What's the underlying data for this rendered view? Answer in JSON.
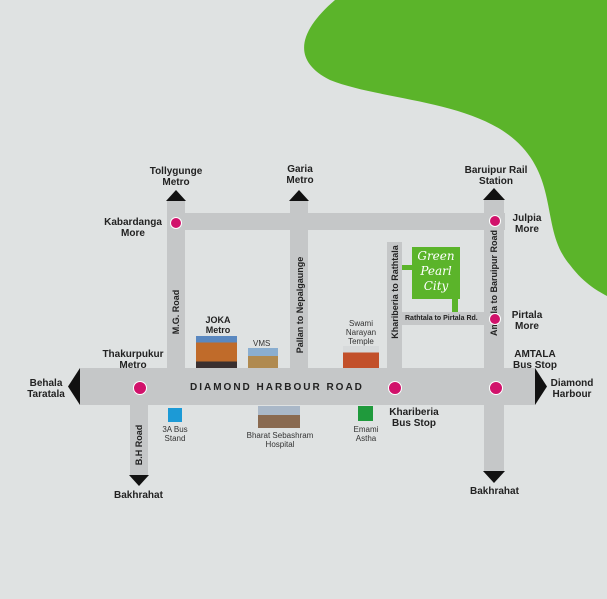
{
  "colors": {
    "green": "#5bb42a",
    "road": "#c5c7c8",
    "marker": "#d1126b",
    "background": "#dfe2e2"
  },
  "roads": {
    "diamond_harbour": "DIAMOND HARBOUR ROAD",
    "mg": "M.G. Road",
    "pallan": "Pallan to Nepalgaunge",
    "khariberia": "Khariberia to Rathtala",
    "amtala": "Amtala to Baruipur Road",
    "rathtala": "Rathtala to Pirtala Rd.",
    "bh": "B.H Road"
  },
  "destinations": {
    "tollygunge": "Tollygunge Metro",
    "garia": "Garia Metro",
    "baruipur": "Baruipur Rail Station",
    "behala": "Behala Taratala",
    "diamond_harbour": "Diamond Harbour",
    "bakhrahat_left": "Bakhrahat",
    "bakhrahat_right": "Bakhrahat"
  },
  "stops": {
    "kabardanga": "Kabardanga More",
    "julpia": "Julpia More",
    "pirtala": "Pirtala More",
    "amtala": "AMTALA Bus Stop",
    "thakurpukur": "Thakurpukur Metro",
    "khariberia": "Khariberia Bus Stop"
  },
  "landmarks": {
    "joka": "JOKA Metro",
    "vms": "VMS",
    "swami": "Swami Narayan Temple",
    "bus3a": "3A Bus Stand",
    "bharat": "Bharat Sebashram Hospital",
    "emami": "Emami Astha"
  },
  "project": {
    "name_line1": "Green",
    "name_line2": "Pearl",
    "name_line3": "City"
  }
}
